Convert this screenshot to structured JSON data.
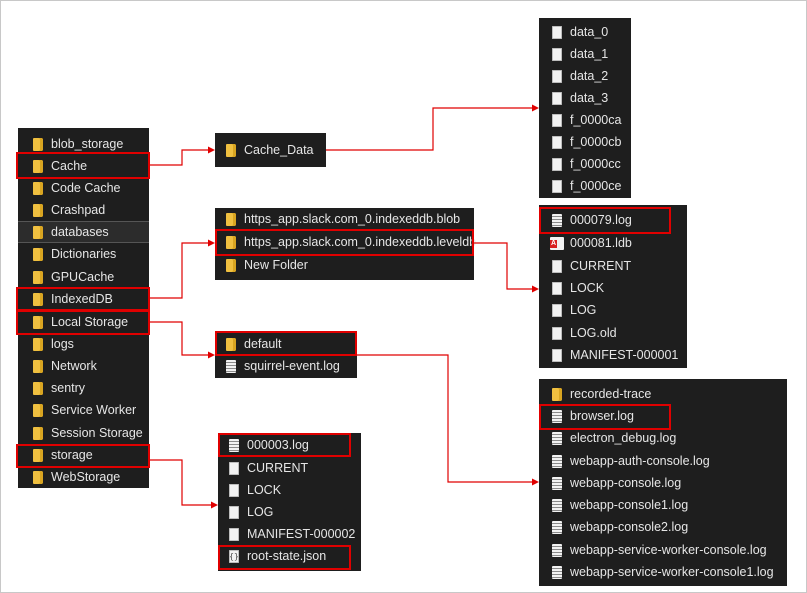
{
  "root_folder": {
    "items": [
      {
        "label": "blob_storage",
        "icon": "folder-icon"
      },
      {
        "label": "Cache",
        "icon": "folder-icon"
      },
      {
        "label": "Code Cache",
        "icon": "folder-icon"
      },
      {
        "label": "Crashpad",
        "icon": "folder-icon"
      },
      {
        "label": "databases",
        "icon": "folder-icon"
      },
      {
        "label": "Dictionaries",
        "icon": "folder-icon"
      },
      {
        "label": "GPUCache",
        "icon": "folder-icon"
      },
      {
        "label": "IndexedDB",
        "icon": "folder-icon"
      },
      {
        "label": "Local Storage",
        "icon": "folder-icon"
      },
      {
        "label": "logs",
        "icon": "folder-icon"
      },
      {
        "label": "Network",
        "icon": "folder-icon"
      },
      {
        "label": "sentry",
        "icon": "folder-icon"
      },
      {
        "label": "Service Worker",
        "icon": "folder-icon"
      },
      {
        "label": "Session Storage",
        "icon": "folder-icon"
      },
      {
        "label": "storage",
        "icon": "folder-icon"
      },
      {
        "label": "WebStorage",
        "icon": "folder-icon"
      }
    ]
  },
  "cache_folder": {
    "items": [
      {
        "label": "Cache_Data",
        "icon": "folder-icon"
      }
    ]
  },
  "cache_data_folder": {
    "items": [
      {
        "label": "data_0",
        "icon": "file-icon"
      },
      {
        "label": "data_1",
        "icon": "file-icon"
      },
      {
        "label": "data_2",
        "icon": "file-icon"
      },
      {
        "label": "data_3",
        "icon": "file-icon"
      },
      {
        "label": "f_0000ca",
        "icon": "file-icon"
      },
      {
        "label": "f_0000cb",
        "icon": "file-icon"
      },
      {
        "label": "f_0000cc",
        "icon": "file-icon"
      },
      {
        "label": "f_0000ce",
        "icon": "file-icon"
      }
    ]
  },
  "indexeddb_folder": {
    "items": [
      {
        "label": "https_app.slack.com_0.indexeddb.blob",
        "icon": "folder-icon"
      },
      {
        "label": "https_app.slack.com_0.indexeddb.leveldb",
        "icon": "folder-icon"
      },
      {
        "label": "New Folder",
        "icon": "folder-icon"
      }
    ]
  },
  "leveldb_folder": {
    "items": [
      {
        "label": "000079.log",
        "icon": "log-icon"
      },
      {
        "label": "000081.ldb",
        "icon": "pdf-icon"
      },
      {
        "label": "CURRENT",
        "icon": "file-icon"
      },
      {
        "label": "LOCK",
        "icon": "file-icon"
      },
      {
        "label": "LOG",
        "icon": "file-icon"
      },
      {
        "label": "LOG.old",
        "icon": "file-icon"
      },
      {
        "label": "MANIFEST-000001",
        "icon": "file-icon"
      }
    ]
  },
  "local_storage_folder": {
    "items": [
      {
        "label": "default",
        "icon": "folder-icon"
      },
      {
        "label": "squirrel-event.log",
        "icon": "log-icon"
      }
    ]
  },
  "logs_folder": {
    "items": [
      {
        "label": "recorded-trace",
        "icon": "folder-icon"
      },
      {
        "label": "browser.log",
        "icon": "log-icon"
      },
      {
        "label": "electron_debug.log",
        "icon": "log-icon"
      },
      {
        "label": "webapp-auth-console.log",
        "icon": "log-icon"
      },
      {
        "label": "webapp-console.log",
        "icon": "log-icon"
      },
      {
        "label": "webapp-console1.log",
        "icon": "log-icon"
      },
      {
        "label": "webapp-console2.log",
        "icon": "log-icon"
      },
      {
        "label": "webapp-service-worker-console.log",
        "icon": "log-icon"
      },
      {
        "label": "webapp-service-worker-console1.log",
        "icon": "log-icon"
      }
    ]
  },
  "storage_folder": {
    "items": [
      {
        "label": "000003.log",
        "icon": "log-icon"
      },
      {
        "label": "CURRENT",
        "icon": "file-icon"
      },
      {
        "label": "LOCK",
        "icon": "file-icon"
      },
      {
        "label": "LOG",
        "icon": "file-icon"
      },
      {
        "label": "MANIFEST-000002",
        "icon": "file-icon"
      },
      {
        "label": "root-state.json",
        "icon": "json-icon"
      }
    ]
  },
  "colors": {
    "panel_background": "#1e1e1e",
    "text": "#e6e6e6",
    "highlight": "#e00000",
    "connector": "#e00000",
    "folder": "#f0c040"
  }
}
